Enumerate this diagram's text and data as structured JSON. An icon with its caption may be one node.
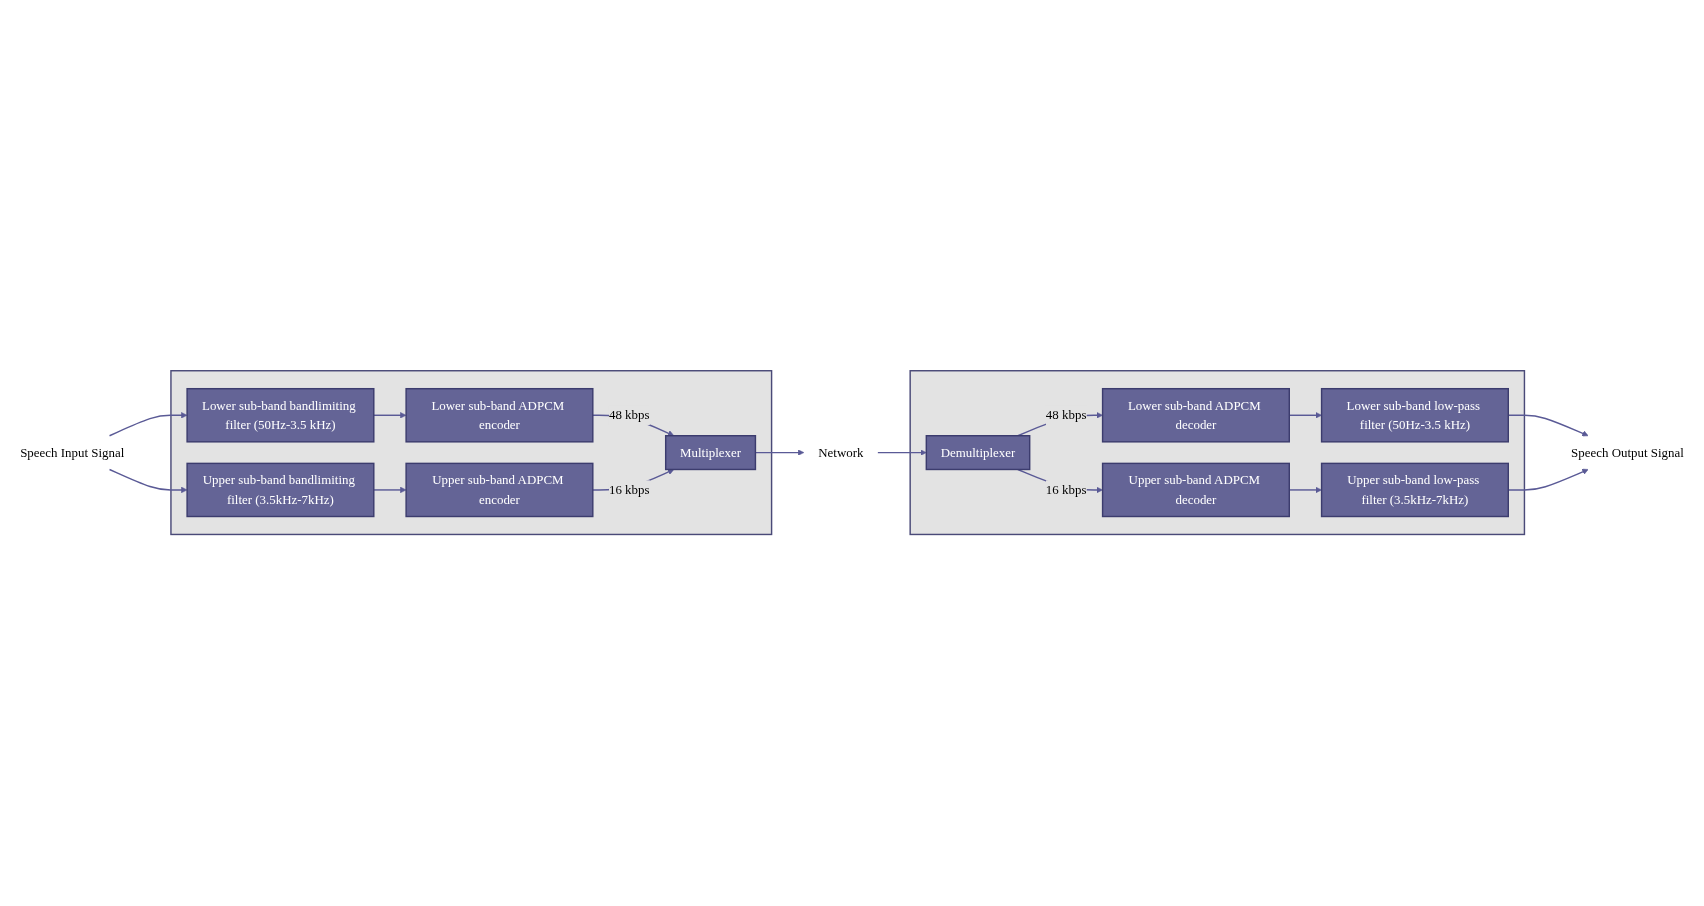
{
  "diagram": {
    "nodes": [
      {
        "text": [],
        "shape": "box"
      },
      {
        "text": [
          "Speech Input Signal"
        ]
      },
      {
        "text": [
          "Lower sub-band bandlimiting filter (50Hz-3.5 kHz)"
        ],
        "in": 0
      },
      {
        "text": [
          "Lower sub-band ADPCM encoder"
        ],
        "in": 0
      },
      {
        "text": [
          "Multiplexer"
        ],
        "in": 0
      },
      {
        "text": [
          "Upper sub-band bandlimiting filter (3.5kHz-7kHz)"
        ],
        "in": 0
      },
      {
        "text": [
          "Upper sub-band ADPCM encoder"
        ],
        "in": 0
      },
      {
        "text": [
          "Network"
        ]
      },
      {
        "text": [],
        "shape": "box"
      },
      {
        "text": [
          "Speech Output Signal"
        ]
      },
      {
        "text": [
          "Lower sub-band low-pass filter (50Hz-3.5 kHz)"
        ],
        "in": 8
      },
      {
        "text": [
          "Lower sub-band ADPCM decoder"
        ],
        "in": 8
      },
      {
        "text": [
          "Demultiplexer"
        ],
        "in": 8
      },
      {
        "text": [
          "Upper sub-band low-pass filter (3.5kHz-7kHz)"
        ],
        "in": 8
      },
      {
        "text": [
          "Upper sub-band ADPCM decoder"
        ],
        "in": 8
      }
    ],
    "edges": [
      {
        "from": 1,
        "to": 2,
        "arrow": "to"
      },
      {
        "from": 1,
        "to": 5,
        "arrow": "to"
      },
      {
        "from": 2,
        "to": 3,
        "arrow": "to"
      },
      {
        "from": 5,
        "to": 6,
        "arrow": "to"
      },
      {
        "from": 3,
        "to": 4,
        "arrow": "to",
        "label": "48 kbps"
      },
      {
        "from": 6,
        "to": 4,
        "arrow": "to",
        "label": "16 kbps"
      },
      {
        "from": 4,
        "to": 7,
        "arrow": "to"
      },
      {
        "from": 7,
        "to": 12,
        "arrow": "to"
      },
      {
        "from": 12,
        "to": 11,
        "arrow": "to",
        "label": "48 kbps"
      },
      {
        "from": 12,
        "to": 14,
        "arrow": "to",
        "label": "16 kbps"
      },
      {
        "from": 11,
        "to": 10,
        "arrow": "to"
      },
      {
        "from": 14,
        "to": 13,
        "arrow": "to"
      },
      {
        "from": 10,
        "to": 9,
        "arrow": "to"
      },
      {
        "from": 13,
        "to": 9,
        "arrow": "to"
      }
    ]
  }
}
